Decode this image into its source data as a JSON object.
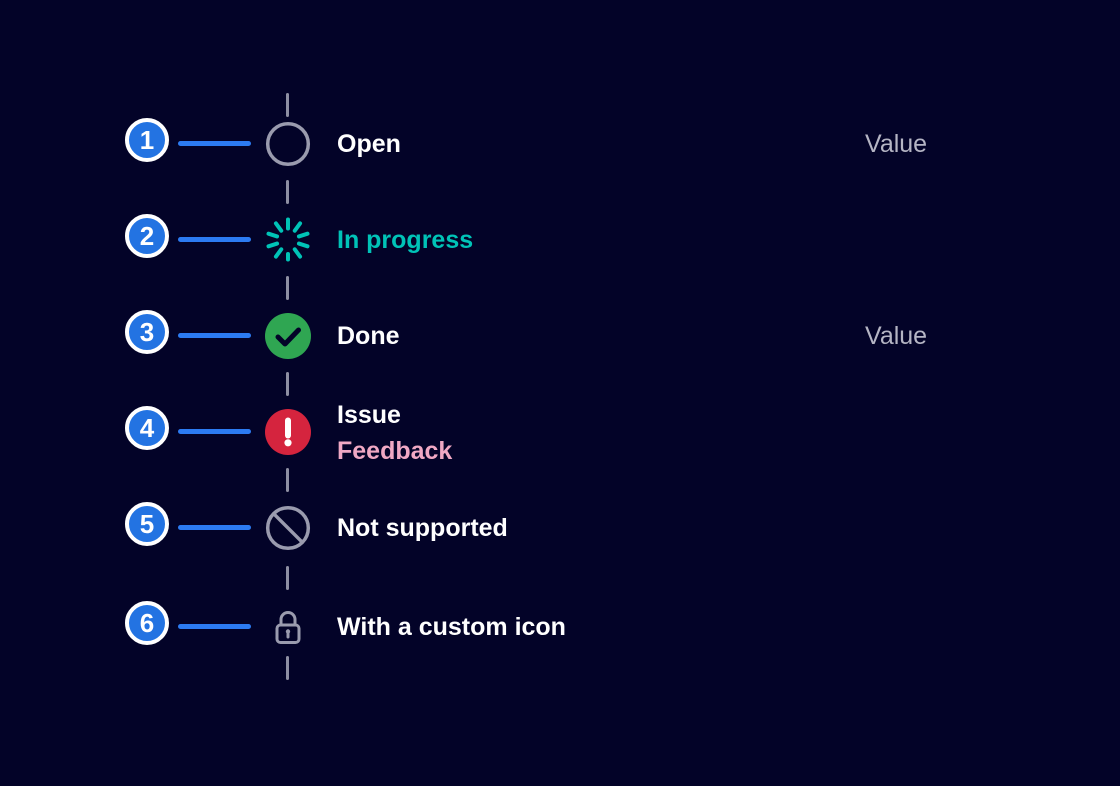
{
  "page": {
    "background": "#030328"
  },
  "colors": {
    "page_bg": "#030328",
    "badge_blue": "#2373E2",
    "connector_blue": "#2C7BF2",
    "neutral_gray": "#9A9BAE",
    "dash_gray": "#8E8FA3",
    "in_progress_teal": "#00C3B7",
    "done_green": "#2FA652",
    "issue_red": "#D5243E",
    "feedback_pink": "#F0A8C4",
    "value_gray": "#B5B5C4",
    "text_white": "#FFFFFF"
  },
  "timeline": {
    "items": [
      {
        "step": "1",
        "label": "Open",
        "icon": "open-circle-icon",
        "value": "Value"
      },
      {
        "step": "2",
        "label": "In progress",
        "icon": "spinner-icon",
        "value": ""
      },
      {
        "step": "3",
        "label": "Done",
        "icon": "done-check-icon",
        "value": "Value"
      },
      {
        "step": "4",
        "label": "Issue",
        "sublabel": "Feedback",
        "icon": "issue-alert-icon",
        "value": ""
      },
      {
        "step": "5",
        "label": "Not supported",
        "icon": "blocked-icon",
        "value": ""
      },
      {
        "step": "6",
        "label": "With a custom icon",
        "icon": "lock-icon",
        "value": ""
      }
    ]
  }
}
